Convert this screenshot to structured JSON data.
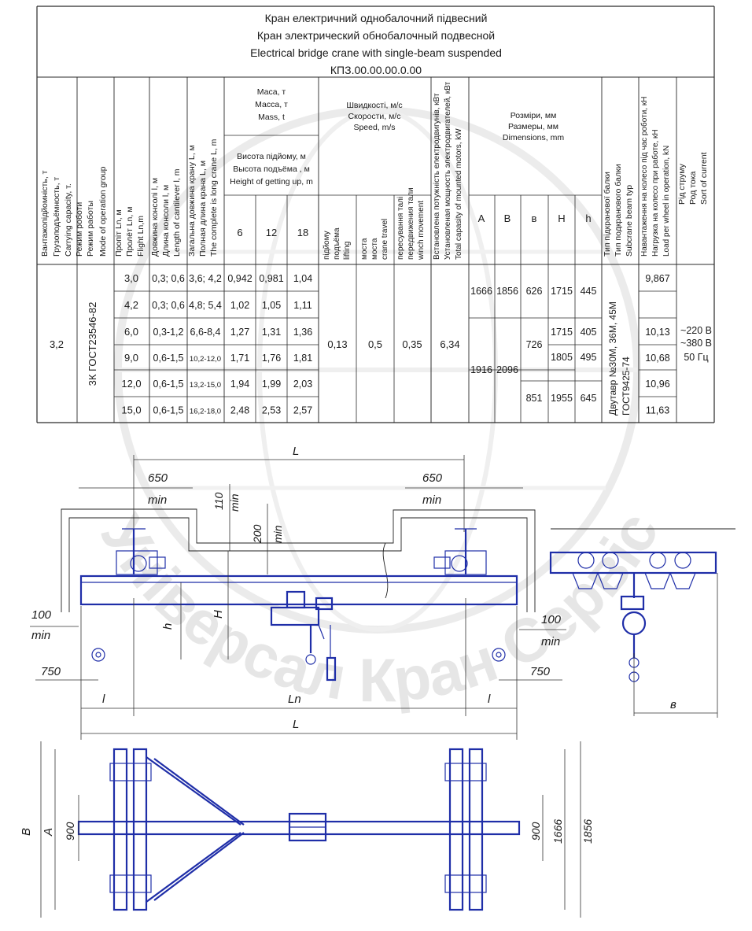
{
  "title": {
    "uk": "Кран електричний однобалочний підвесний",
    "ru": "Кран электрический обнобалочный подвесной",
    "en": "Electrical bridge crane with single-beam suspended",
    "code": "КПЗ.00.00.00.0.00"
  },
  "headers": {
    "capacity": [
      "Вантажопідйомність, т",
      "Грузоподъёмность, т",
      "Carrying capacity, т."
    ],
    "mode": [
      "Режим роботи",
      "Режим работы",
      "Mode of operation group"
    ],
    "span": [
      "Пропіт Ln, м",
      "Пролёт Ln, м",
      "Flight Ln,m"
    ],
    "cant": [
      "Довжина консолі l, м",
      "Длина консоли l, м",
      "Length of cantilever l, m"
    ],
    "total": [
      "Загальна довжина крану L, м",
      "Полная длина крана L, м",
      "The complete is long crane L, m"
    ],
    "mass": [
      "Маса, т",
      "Масса, т",
      "Mass, t"
    ],
    "height": [
      "Висота підйому, м",
      "Высота подъёма , м",
      "Height of getting up, m"
    ],
    "heights": [
      "6",
      "12",
      "18"
    ],
    "speed": [
      "Швидкості, м/с",
      "Скорости, м/с",
      "Speed, m/s"
    ],
    "sp1": [
      "підйому",
      "подъёма",
      "lifting"
    ],
    "sp2": [
      "моста",
      "моста",
      "crane travel"
    ],
    "sp3": [
      "пересування талі",
      "передвижения тали",
      "winch movement"
    ],
    "power": [
      "Встановлена потужність електродвигунів, кВт",
      "Установленая мощность электродвигателей, кВт",
      "Total capasity of mounted motors, kW"
    ],
    "dims": [
      "Розміри, мм",
      "Размеры, мм",
      "Dimensions, mm"
    ],
    "dimcols": [
      "A",
      "B",
      "в",
      "H",
      "h"
    ],
    "beam": [
      "Тип підкранової балки",
      "Тип подкранового балки",
      "Subcrane beam typ"
    ],
    "load": [
      "Навантаження на колесо під час роботи, кН",
      "Нагрузка на колесо при работе, кН",
      "Load per wheel in operation, kN"
    ],
    "current": [
      "Рід струму",
      "Род тока",
      "Sort of current"
    ]
  },
  "table": {
    "capacity": "3,2",
    "mode": "3К ГОСТ23546-82",
    "rows": [
      {
        "span": "3,0",
        "cant": "0,3; 0,6",
        "total": "3,6; 4,2",
        "mass": [
          "0,942",
          "0,981",
          "1,04"
        ],
        "load": "9,867"
      },
      {
        "span": "4,2",
        "cant": "0,3; 0,6",
        "total": "4,8; 5,4",
        "mass": [
          "1,02",
          "1,05",
          "1,11"
        ],
        "load": ""
      },
      {
        "span": "6,0",
        "cant": "0,3-1,2",
        "total": "6,6-8,4",
        "mass": [
          "1,27",
          "1,31",
          "1,36"
        ],
        "load": "10,13"
      },
      {
        "span": "9,0",
        "cant": "0,6-1,5",
        "total": "10,2-12,0",
        "mass": [
          "1,71",
          "1,76",
          "1,81"
        ],
        "load": "10,68"
      },
      {
        "span": "12,0",
        "cant": "0,6-1,5",
        "total": "13,2-15,0",
        "mass": [
          "1,94",
          "1,99",
          "2,03"
        ],
        "load": "10,96"
      },
      {
        "span": "15,0",
        "cant": "0,6-1,5",
        "total": "16,2-18,0",
        "mass": [
          "2,48",
          "2,53",
          "2,57"
        ],
        "load": "11,63"
      }
    ],
    "speed_lift": "0,13",
    "speed_bridge": "0,5",
    "speed_winch": "0,35",
    "power": "6,34",
    "dims": {
      "A1": "1666",
      "B1": "1856",
      "b1": "626",
      "H1": "1715",
      "h1": "445",
      "A2": "1916",
      "B2": "2096",
      "b2": "726",
      "H2": "1715",
      "h2": "405",
      "H3": "1805",
      "h3": "495",
      "b3": "851",
      "H4": "1955",
      "h4": "645"
    },
    "beam": [
      "Двутавр №30М, 36М, 45М",
      "ГОСТ9425-74"
    ],
    "current": [
      "~220 В",
      "~380 В",
      "50 Гц"
    ]
  },
  "drawing": {
    "L": "L",
    "d650": "650",
    "min": "min",
    "d110": "110",
    "d200": "200",
    "d100": "100",
    "d750": "750",
    "Ln": "Ln",
    "l": "l",
    "H": "H",
    "h": "h",
    "b": "в",
    "A": "A",
    "B": "B",
    "d900": "900",
    "d1666": "1666",
    "d1856": "1856"
  },
  "watermark": "Універсал Кран Сервіс"
}
